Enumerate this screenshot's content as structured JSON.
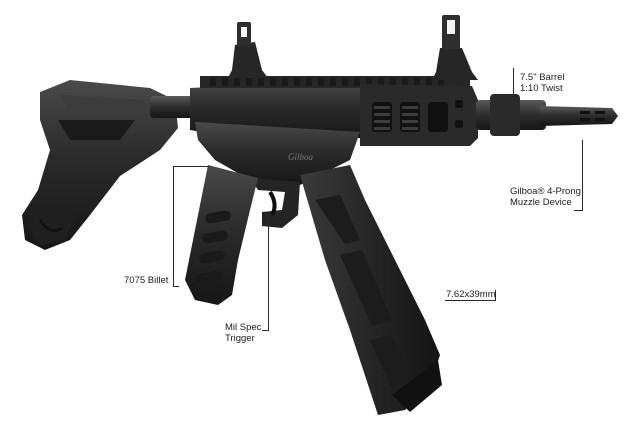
{
  "product": {
    "engraving": "Gilboa"
  },
  "callouts": {
    "barrel": {
      "line1": "7.5\" Barrel",
      "line2": "1:10 Twist"
    },
    "muzzle": {
      "line1": "Gilboa® 4-Prong",
      "line2": "Muzzle Device"
    },
    "billet": {
      "text": "7075 Billet"
    },
    "trigger": {
      "line1": "Mil Spec",
      "line2": "Trigger"
    },
    "caliber": {
      "text": "7.62x39mm"
    }
  },
  "colors": {
    "background": "#ffffff",
    "finish": "#262626",
    "leader_line": "#2a2a2a"
  }
}
